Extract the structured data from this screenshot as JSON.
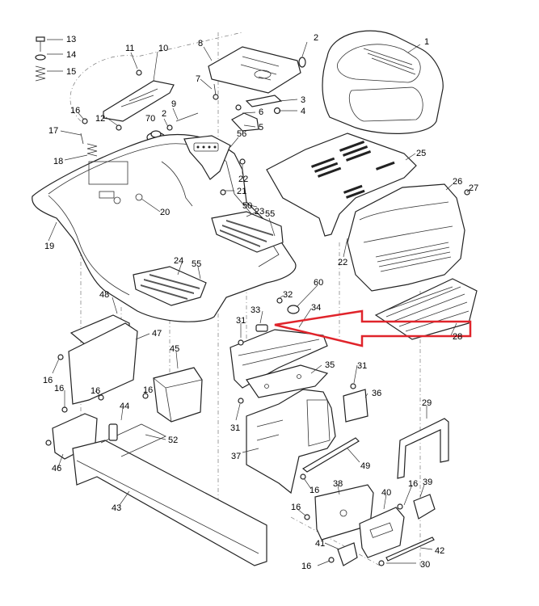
{
  "labels": [
    {
      "id": "p13",
      "text": "13"
    },
    {
      "id": "p14",
      "text": "14"
    },
    {
      "id": "p15",
      "text": "15"
    },
    {
      "id": "p11",
      "text": "11"
    },
    {
      "id": "p10",
      "text": "10"
    },
    {
      "id": "p8",
      "text": "8"
    },
    {
      "id": "p2a",
      "text": "2"
    },
    {
      "id": "p1",
      "text": "1"
    },
    {
      "id": "p7",
      "text": "7"
    },
    {
      "id": "p3",
      "text": "3"
    },
    {
      "id": "p4",
      "text": "4"
    },
    {
      "id": "p6",
      "text": "6"
    },
    {
      "id": "p5",
      "text": "5"
    },
    {
      "id": "p16a",
      "text": "16"
    },
    {
      "id": "p2b",
      "text": "2"
    },
    {
      "id": "p9",
      "text": "9"
    },
    {
      "id": "p70",
      "text": "70"
    },
    {
      "id": "p12",
      "text": "12"
    },
    {
      "id": "p17",
      "text": "17"
    },
    {
      "id": "p18",
      "text": "18"
    },
    {
      "id": "p56",
      "text": "56"
    },
    {
      "id": "p22a",
      "text": "22"
    },
    {
      "id": "p21",
      "text": "21"
    },
    {
      "id": "p25",
      "text": "25"
    },
    {
      "id": "p26",
      "text": "26"
    },
    {
      "id": "p27",
      "text": "27"
    },
    {
      "id": "p20",
      "text": "20"
    },
    {
      "id": "p50",
      "text": "50"
    },
    {
      "id": "p23",
      "text": "23"
    },
    {
      "id": "p55a",
      "text": "55"
    },
    {
      "id": "p19",
      "text": "19"
    },
    {
      "id": "p22b",
      "text": "22"
    },
    {
      "id": "p24",
      "text": "24"
    },
    {
      "id": "p55b",
      "text": "55"
    },
    {
      "id": "p28",
      "text": "28"
    },
    {
      "id": "p60",
      "text": "60"
    },
    {
      "id": "p32",
      "text": "32"
    },
    {
      "id": "p33",
      "text": "33"
    },
    {
      "id": "p34",
      "text": "34"
    },
    {
      "id": "p31a",
      "text": "31"
    },
    {
      "id": "p48",
      "text": "48"
    },
    {
      "id": "p47",
      "text": "47"
    },
    {
      "id": "p45",
      "text": "45"
    },
    {
      "id": "p35",
      "text": "35"
    },
    {
      "id": "p31b",
      "text": "31"
    },
    {
      "id": "p36",
      "text": "36"
    },
    {
      "id": "p16b",
      "text": "16"
    },
    {
      "id": "p16c",
      "text": "16"
    },
    {
      "id": "p16d",
      "text": "16"
    },
    {
      "id": "p44",
      "text": "44"
    },
    {
      "id": "p16e",
      "text": "16"
    },
    {
      "id": "p52",
      "text": "52"
    },
    {
      "id": "p31c",
      "text": "31"
    },
    {
      "id": "p29",
      "text": "29"
    },
    {
      "id": "p46",
      "text": "46"
    },
    {
      "id": "p37",
      "text": "37"
    },
    {
      "id": "p49",
      "text": "49"
    },
    {
      "id": "p16f",
      "text": "16"
    },
    {
      "id": "p43",
      "text": "43"
    },
    {
      "id": "p38",
      "text": "38"
    },
    {
      "id": "p40",
      "text": "40"
    },
    {
      "id": "p16g",
      "text": "16"
    },
    {
      "id": "p39",
      "text": "39"
    },
    {
      "id": "p16h",
      "text": "16"
    },
    {
      "id": "p41",
      "text": "41"
    },
    {
      "id": "p42",
      "text": "42"
    },
    {
      "id": "p16i",
      "text": "16"
    },
    {
      "id": "p30",
      "text": "30"
    }
  ],
  "colors": {
    "background": "#ffffff",
    "line_art": "#222222",
    "highlight_arrow": "#e0242b"
  }
}
